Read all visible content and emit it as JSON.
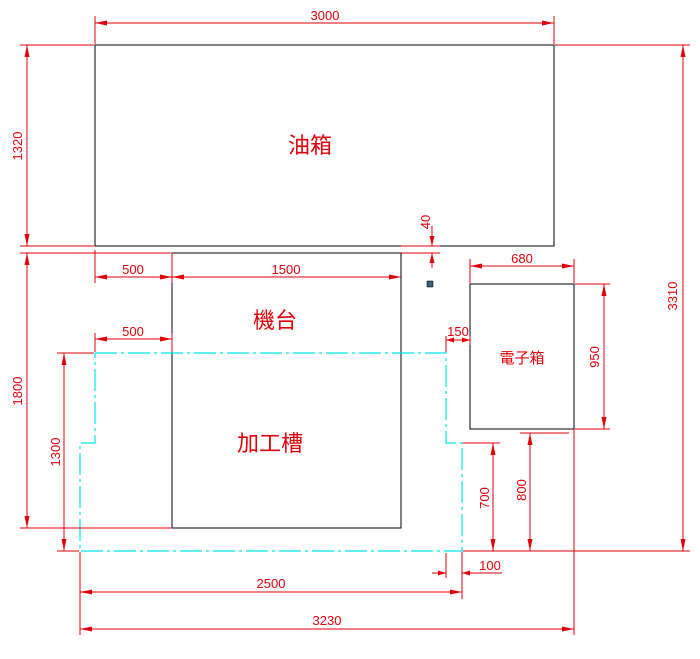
{
  "labels": {
    "oil_tank": "油箱",
    "machine": "機台",
    "work_tank": "加工槽",
    "electric_box": "電子箱"
  },
  "dimensions": {
    "oil_tank_width": "3000",
    "oil_tank_height": "1320",
    "gap": "40",
    "offset_top": "500",
    "machine_width": "1500",
    "offset_cyan": "500",
    "cyan_right_gap": "150",
    "elec_width": "680",
    "elec_height": "950",
    "total_height": "3310",
    "machine_height": "1800",
    "cyan_height": "1300",
    "step_height": "700",
    "elec_floor": "800",
    "step_width": "100",
    "cyan_width": "2500",
    "total_width": "3230"
  },
  "colors": {
    "dimension": "#e0000a",
    "outline": "#000000",
    "work_area": "#00e5e5"
  }
}
